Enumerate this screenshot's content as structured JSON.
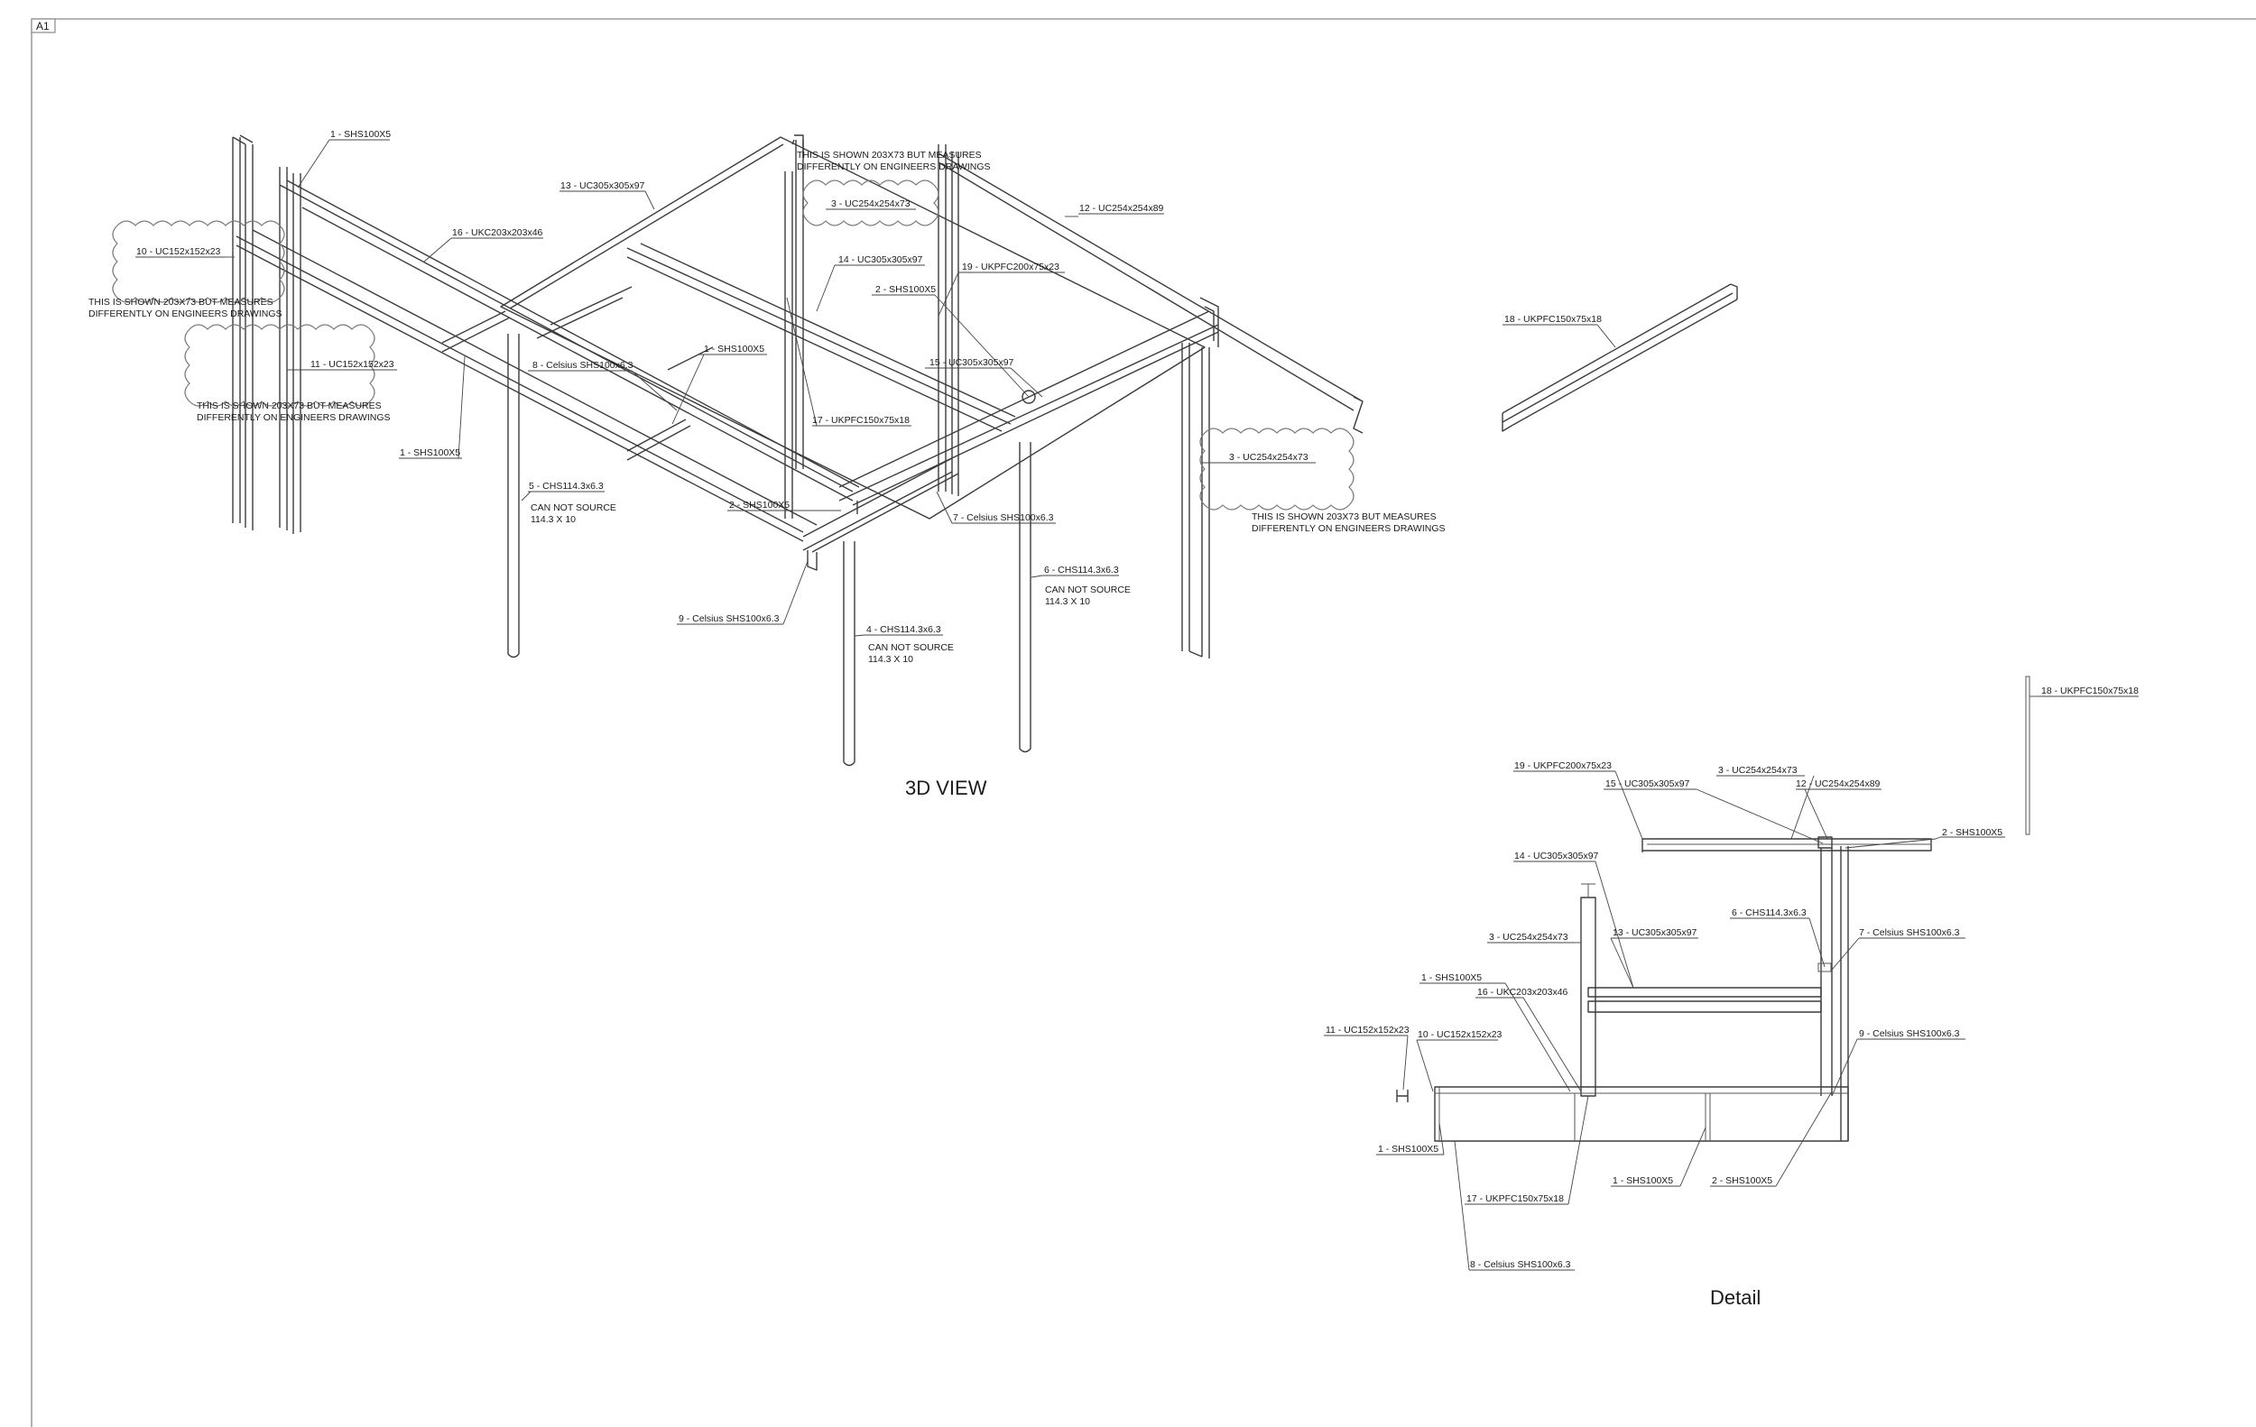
{
  "sheet": {
    "id": "A1"
  },
  "views": {
    "iso_title": "3D VIEW",
    "detail_title": "Detail"
  },
  "iso_labels": [
    "1 - SHS100X5",
    "13 - UC305x305x97",
    "THIS IS SHOWN 203X73 BUT MEASURES",
    "DIFFERENTLY ON ENGINEERS DRAWINGS",
    "3 - UC254x254x73",
    "12 - UC254x254x89",
    "16 - UKC203x203x46",
    "10 - UC152x152x23",
    "14 - UC305x305x97",
    "19 - UKPFC200x75x23",
    "2 - SHS100X5",
    "11 - UC152x152x23",
    "1 - SHS100X5",
    "8 - Celsius SHS100x6.3",
    "15 - UC305x305x97",
    "17 - UKPFC150x75x18",
    "1 - SHS100X5",
    "3 - UC254x254x73",
    "5 - CHS114.3x6.3",
    "CAN NOT SOURCE",
    "114.3 X 10",
    "2 - SHS100X5",
    "7 - Celsius SHS100x6.3",
    "6 - CHS114.3x6.3",
    "9 - Celsius SHS100x6.3",
    "4 - CHS114.3x6.3",
    "18 - UKPFC150x75x18"
  ],
  "notes": {
    "top": [
      "THIS IS SHOWN 203X73 BUT MEASURES",
      "DIFFERENTLY ON ENGINEERS DRAWINGS"
    ],
    "left": [
      "THIS IS SHOWN 203X73 BUT MEASURES",
      "DIFFERENTLY ON ENGINEERS DRAWINGS"
    ],
    "left2": [
      "THIS IS SHOWN 203X73 BUT MEASURES",
      "DIFFERENTLY ON ENGINEERS DRAWINGS"
    ],
    "right": [
      "THIS IS SHOWN 203X73 BUT MEASURES",
      "DIFFERENTLY ON ENGINEERS DRAWINGS"
    ],
    "cns": [
      "CAN NOT SOURCE",
      "114.3 X 10"
    ]
  },
  "detail_labels": [
    "18 - UKPFC150x75x18",
    "19 - UKPFC200x75x23",
    "15 - UC305x305x97",
    "3 - UC254x254x73",
    "12 - UC254x254x89",
    "2 - SHS100X5",
    "14 - UC305x305x97",
    "6 - CHS114.3x6.3",
    "7 - Celsius SHS100x6.3",
    "3 - UC254x254x73",
    "13 - UC305x305x97",
    "1 - SHS100X5",
    "16 - UKC203x203x46",
    "11 - UC152x152x23",
    "10 - UC152x152x23",
    "9 - Celsius SHS100x6.3",
    "1 - SHS100X5",
    "17 - UKPFC150x75x18",
    "1 - SHS100X5",
    "2 - SHS100X5",
    "8 - Celsius SHS100x6.3"
  ]
}
